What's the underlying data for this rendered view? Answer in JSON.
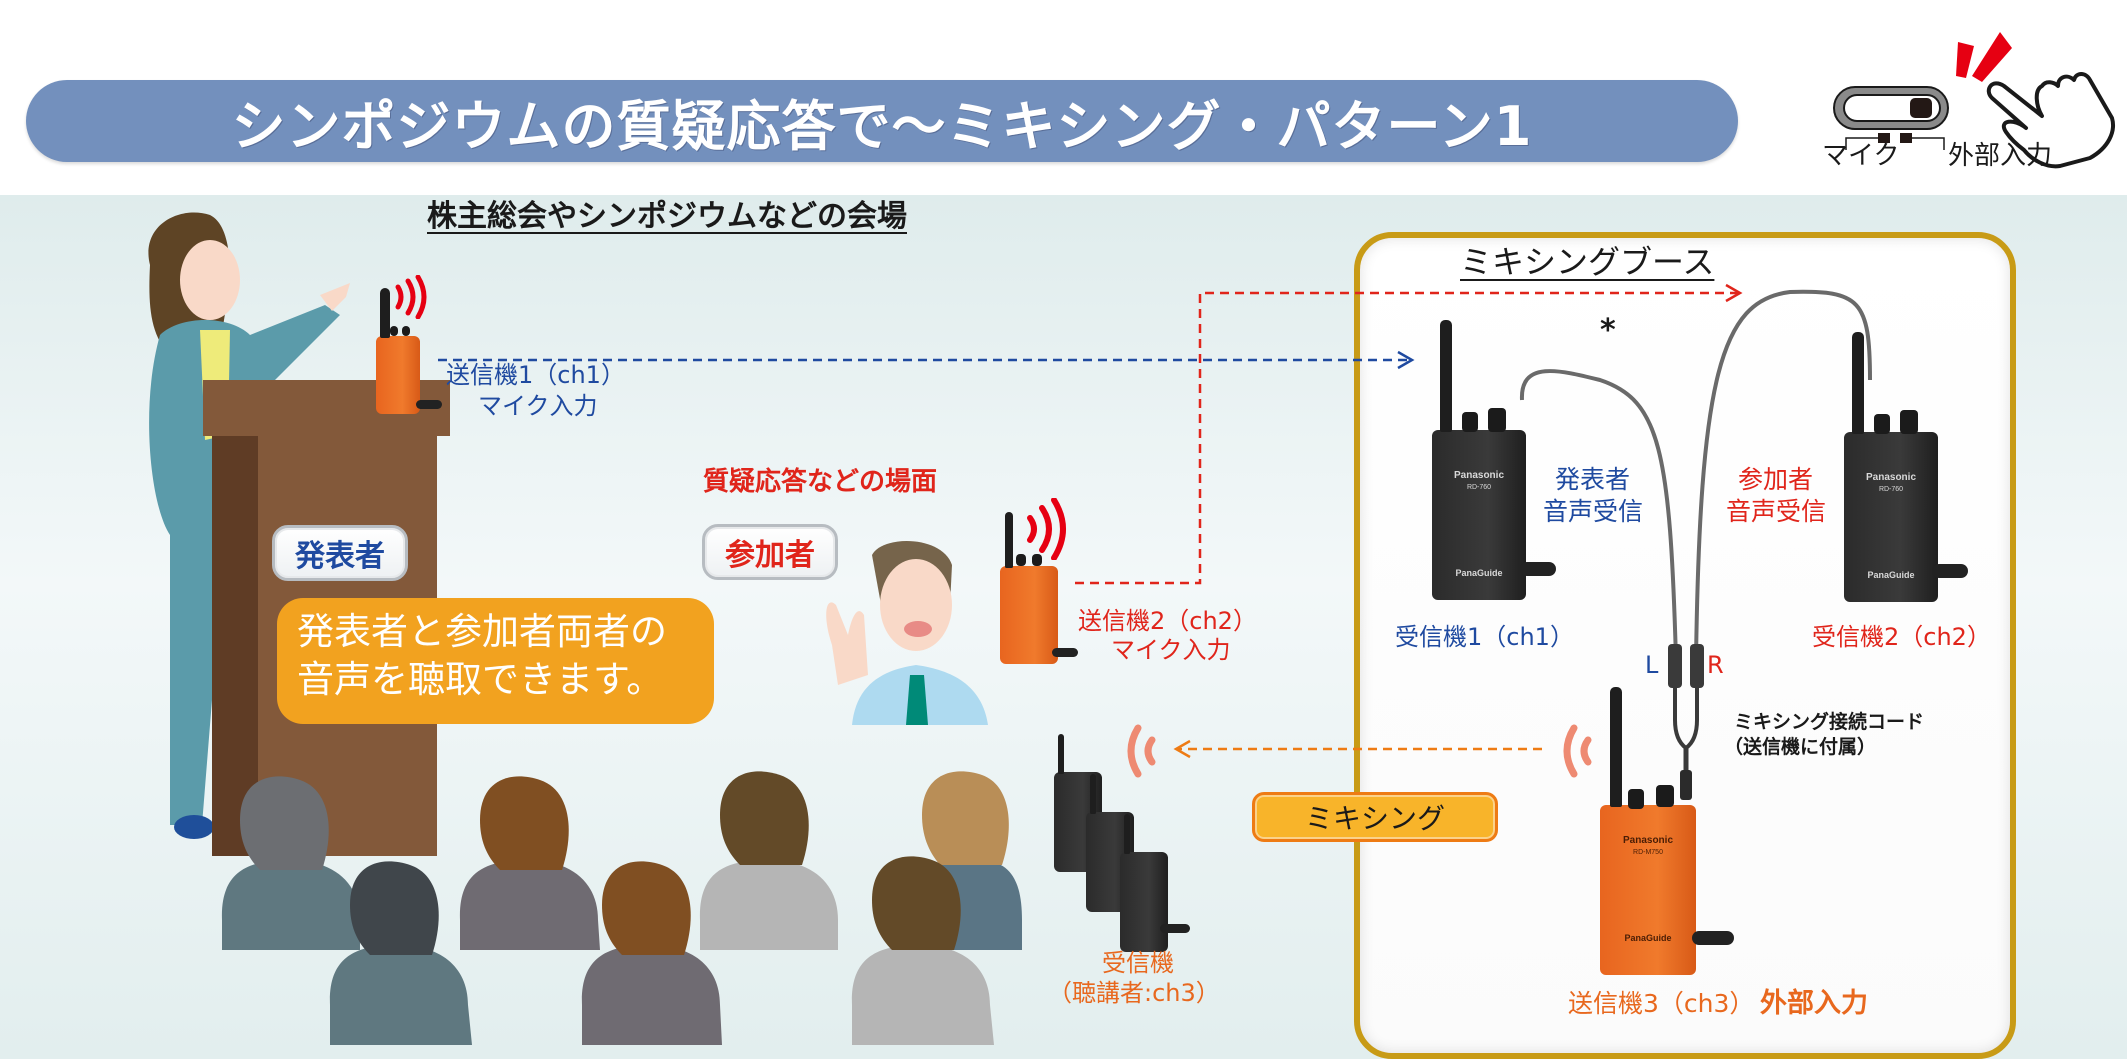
{
  "title": "シンポジウムの質疑応答で〜ミキシング・パターン1",
  "switch_legend": {
    "mic_label": "マイク",
    "external_label": "外部入力",
    "selected": "外部入力"
  },
  "venue": {
    "heading": "株主総会やシンポジウムなどの会場",
    "presenter_badge": "発表者",
    "participant_badge": "参加者",
    "qa_scene_label": "質疑応答などの場面",
    "callout_line1": "発表者と参加者両者の",
    "callout_line2": "音声を聴取できます。",
    "tx1_line1": "送信機1（ch1）",
    "tx1_line2": "マイク入力",
    "tx2_line1": "送信機2（ch2）",
    "tx2_line2": "マイク入力",
    "audience_rx_line1": "受信機",
    "audience_rx_line2": "（聴講者:ch3）"
  },
  "booth": {
    "heading": "ミキシングブース",
    "asterisk": "*",
    "rx1_caption_line1": "発表者",
    "rx1_caption_line2": "音声受信",
    "rx2_caption_line1": "参加者",
    "rx2_caption_line2": "音声受信",
    "rx1_label": "受信機1（ch1）",
    "rx2_label": "受信機2（ch2）",
    "left_channel": "L",
    "right_channel": "R",
    "cord_line1": "ミキシング接続コード",
    "cord_line2": "（送信機に付属）",
    "tx3_label": "送信機3（ch3）",
    "tx3_input": "外部入力",
    "mixing_badge": "ミキシング"
  },
  "devices": {
    "brand": "Panasonic",
    "receiver_model": "RD-760",
    "transmitter_model": "RD-M750",
    "product_line": "PanaGuide"
  },
  "colors": {
    "title_bar": "#7390bd",
    "presenter_blue": "#1f4aa0",
    "participant_red": "#e0251b",
    "mix_orange": "#e8681e",
    "callout_orange": "#f2a21f",
    "booth_gold": "#c89b16"
  }
}
